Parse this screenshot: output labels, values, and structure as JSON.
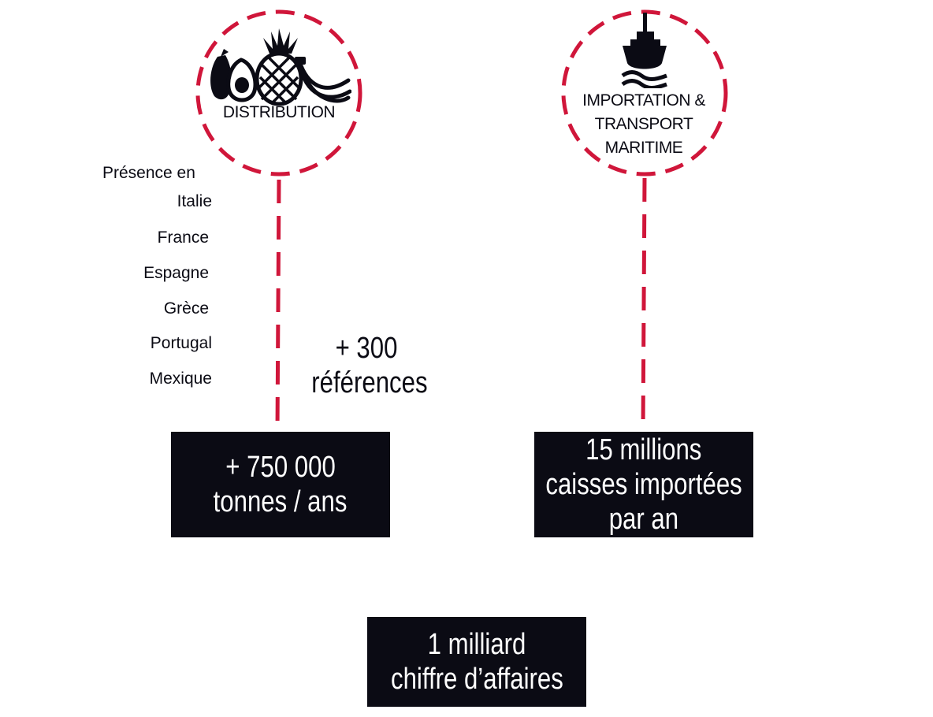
{
  "distribution": {
    "label": "DISTRIBUTION",
    "icon": "fruits-icon"
  },
  "importation": {
    "label_lines": [
      "IMPORTATION &",
      "TRANSPORT",
      "MARITIME"
    ],
    "icon": "ship-icon"
  },
  "presence": {
    "title": "Présence  en",
    "countries": [
      "Italie",
      "France",
      "Espagne",
      "Grèce",
      "Portugal",
      "Mexique"
    ]
  },
  "references": {
    "lines": [
      "+ 300",
      "références"
    ]
  },
  "boxes": {
    "tonnes": [
      "+ 750 000",
      "tonnes / ans"
    ],
    "caisses": [
      "15 millions",
      "caisses importées",
      "par an"
    ],
    "chiffre": [
      "1 milliard",
      "chiffre d’affaires"
    ]
  },
  "colors": {
    "accent": "#d0163a",
    "box": "#0b0b14",
    "text": "#0b0b14"
  }
}
